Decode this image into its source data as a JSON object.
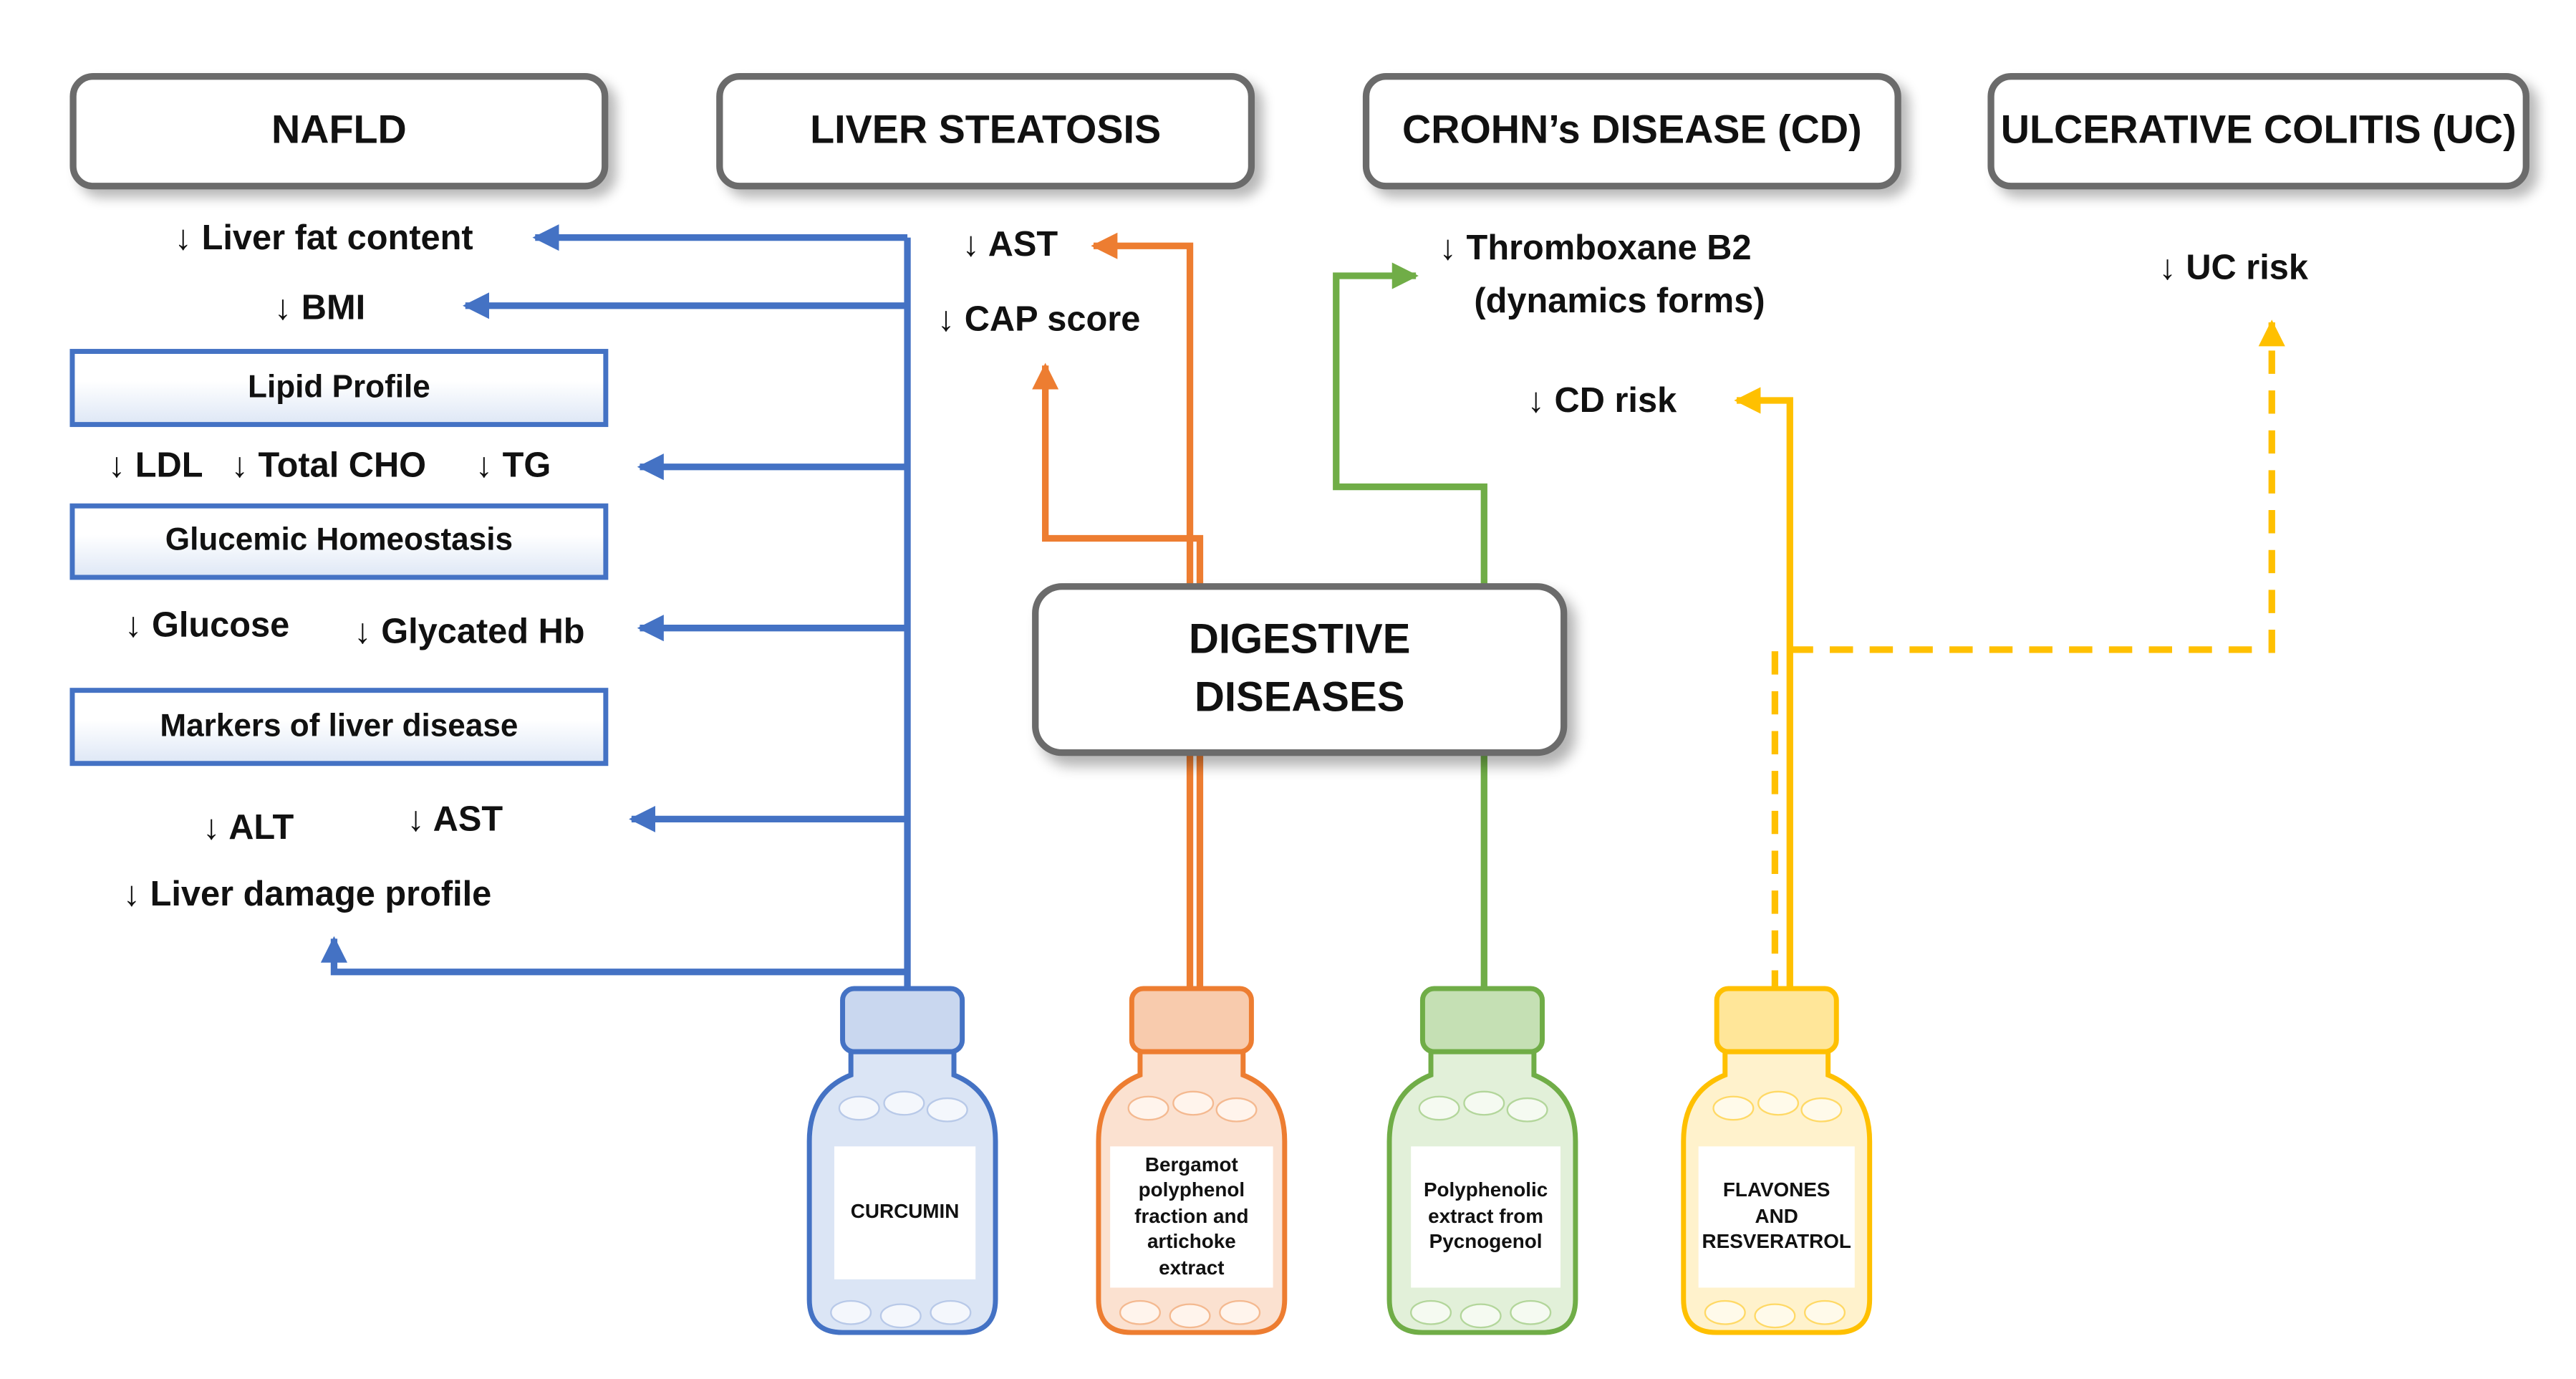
{
  "headers": {
    "nafld": "NAFLD",
    "liver_steatosis": "LIVER STEATOSIS",
    "crohns": "CROHN’s DISEASE (CD)",
    "uc": "ULCERATIVE COLITIS (UC)"
  },
  "center": {
    "line1": "DIGESTIVE",
    "line2": "DISEASES"
  },
  "nafld": {
    "liver_fat": "↓ Liver fat content",
    "bmi": "↓ BMI",
    "lipid_profile": "Lipid Profile",
    "ldl": "↓ LDL",
    "total_cho": "↓ Total CHO",
    "tg": "↓ TG",
    "glucemic": "Glucemic Homeostasis",
    "glucose": "↓ Glucose",
    "glycated_hb": "↓ Glycated Hb",
    "markers": "Markers of liver disease",
    "alt": "↓ ALT",
    "ast": "↓ AST",
    "liver_damage": "↓  Liver damage profile"
  },
  "steatosis": {
    "ast": "↓ AST",
    "cap": "↓ CAP score"
  },
  "crohns": {
    "tx_line1": "↓   Thromboxane B2",
    "tx_line2": "(dynamics forms)",
    "cd_risk": "↓   CD risk"
  },
  "uc": {
    "uc_risk": "↓   UC risk"
  },
  "bottles": {
    "curcumin": "CURCUMIN",
    "bergamot": "Bergamot polyphenol fraction and artichoke extract",
    "pycnogenol": "Polyphenolic extract from Pycnogenol",
    "flavones": "FLAVONES AND RESVERATROL"
  },
  "colors": {
    "blue": "#4472c4",
    "orange": "#ed7d31",
    "green": "#70ad47",
    "yellow": "#ffc000",
    "border": "#6b6b6b"
  }
}
